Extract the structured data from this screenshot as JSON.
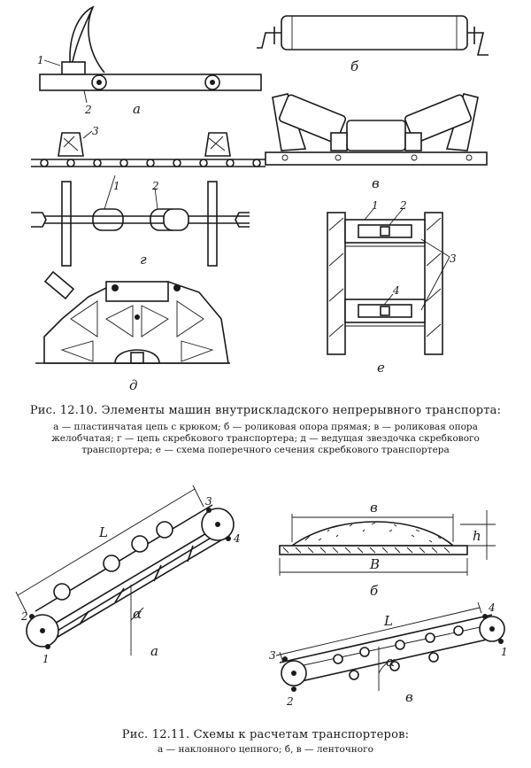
{
  "figure_1210": {
    "labels": {
      "a": "а",
      "b": "б",
      "v": "в",
      "g": "г",
      "d": "д",
      "e": "е",
      "n1": "1",
      "n2": "2",
      "n3": "3",
      "n4": "4"
    },
    "caption_title": "Рис. 12.10. Элементы машин внутрискладского непрерывного транспорта:",
    "caption_body": "а — пластинчатая цепь с крюком; б — роликовая опора прямая; в — роликовая опора желобчатая; г — цепь скребкового транспортера; д — ведущая звездочка скребкового транспортера; е — схема поперечного сечения скребкового транспортера"
  },
  "figure_1211": {
    "labels": {
      "a": "а",
      "b": "б",
      "v": "в",
      "L": "L",
      "alpha": "α",
      "B_top": "в",
      "B_bottom": "B",
      "h": "h",
      "n1": "1",
      "n2": "2",
      "n3": "3",
      "n4": "4"
    },
    "caption_title": "Рис. 12.11. Схемы к расчетам транспортеров:",
    "caption_body": "а — наклонного цепного; б, в — ленточного"
  }
}
